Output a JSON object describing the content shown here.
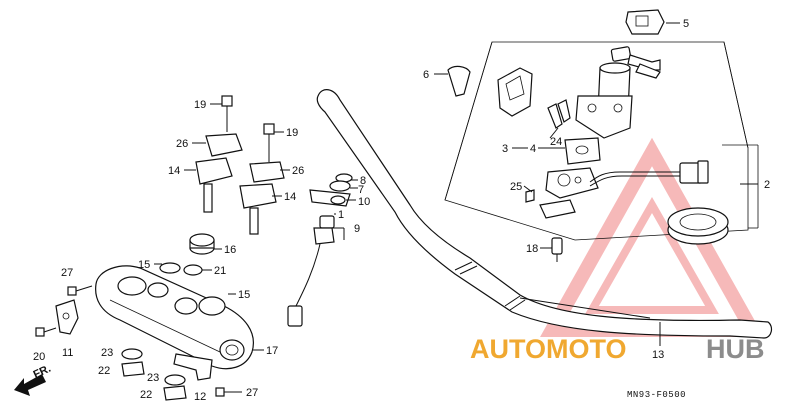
{
  "diagram_code": "MN93-F0500",
  "front_marker": "FR.",
  "watermark": {
    "left": "AUTOMOTO",
    "right": "HUB",
    "colors": {
      "left": "#f0a830",
      "right": "#8c8c8c",
      "triangle": "#f08080"
    }
  },
  "callouts": {
    "c1": "1",
    "c2": "2",
    "c3": "3",
    "c4": "4",
    "c5": "5",
    "c6": "6",
    "c7": "7",
    "c8": "8",
    "c9": "9",
    "c10": "10",
    "c11": "11",
    "c12": "12",
    "c13": "13",
    "c14a": "14",
    "c14b": "14",
    "c15a": "15",
    "c15b": "15",
    "c16": "16",
    "c17": "17",
    "c18": "18",
    "c19a": "19",
    "c19b": "19",
    "c20": "20",
    "c21": "21",
    "c22a": "22",
    "c22b": "22",
    "c23a": "23",
    "c23b": "23",
    "c24": "24",
    "c25": "25",
    "c26a": "26",
    "c26b": "26",
    "c27a": "27",
    "c27b": "27"
  }
}
